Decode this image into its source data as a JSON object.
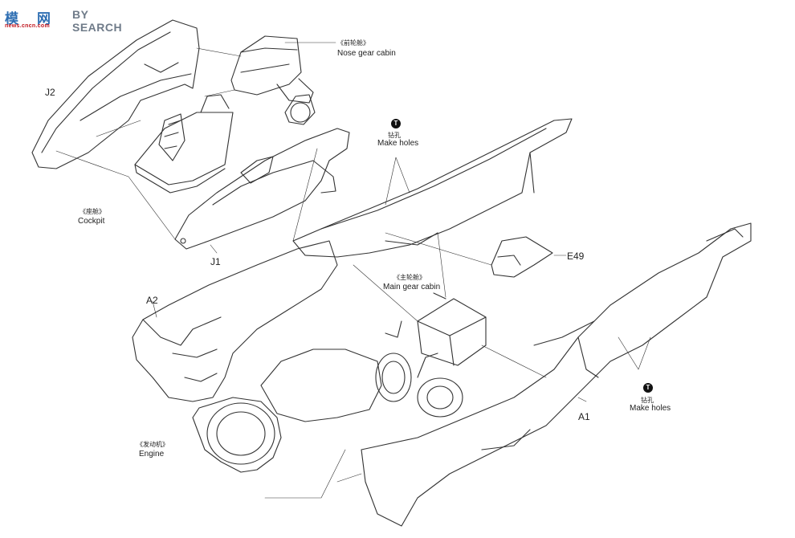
{
  "watermark": {
    "hanzi_1": "模",
    "hanzi_2": "网",
    "text": "BY SEARCH",
    "sub": "news.cncn.com"
  },
  "labels": {
    "nose_gear_cabin_cn": "《前轮舱》",
    "nose_gear_cabin_en": "Nose gear cabin",
    "cockpit_cn": "《座舱》",
    "cockpit_en": "Cockpit",
    "main_gear_cabin_cn": "《主轮舱》",
    "main_gear_cabin_en": "Main gear cabin",
    "engine_cn": "《发动机》",
    "engine_en": "Engine",
    "drill_cn_1": "钻孔",
    "drill_en_1": "Make holes",
    "drill_cn_2": "钻孔",
    "drill_en_2": "Make holes",
    "tool_symbol": "T"
  },
  "parts": {
    "j2": "J2",
    "j1": "J1",
    "a2": "A2",
    "a1": "A1",
    "e49": "E49"
  },
  "colors": {
    "line": "#333333",
    "brand_blue": "#2f6fb3",
    "brand_red": "#c0141c"
  }
}
